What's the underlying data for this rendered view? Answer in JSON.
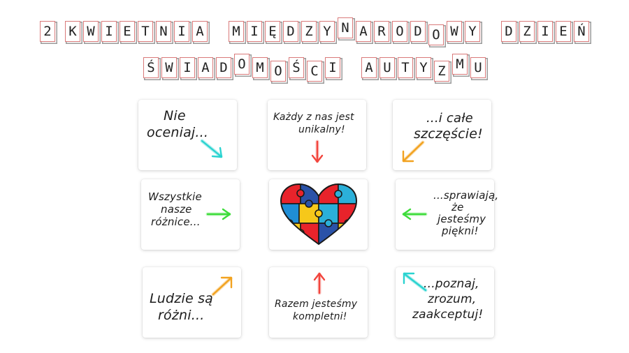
{
  "title": {
    "line1": [
      "2",
      " ",
      "K",
      "W",
      "I",
      "E",
      "T",
      "N",
      "I",
      "A",
      " ",
      "M",
      "I",
      "Ę",
      "D",
      "Z",
      "Y",
      "N",
      "A",
      "R",
      "O",
      "D",
      "O",
      "W",
      "Y",
      " ",
      "D",
      "Z",
      "I",
      "E",
      "Ń"
    ],
    "line2": [
      "Ś",
      "W",
      "I",
      "A",
      "D",
      "O",
      "M",
      "O",
      "Ś",
      "C",
      "I",
      " ",
      "A",
      "U",
      "T",
      "Y",
      "Z",
      "M",
      "U"
    ]
  },
  "cards": {
    "c1": {
      "line1": "Nie",
      "line2": "oceniaj..."
    },
    "c2": {
      "line1": "Każdy z nas jest",
      "line2": "unikalny!"
    },
    "c3": {
      "line1": "...i całe",
      "line2": "szczęście!"
    },
    "c4": {
      "line1": "Wszystkie",
      "line2": "nasze",
      "line3": "różnice..."
    },
    "c6": {
      "line1": "...sprawiają,",
      "line2": "że",
      "line3": "jesteśmy",
      "line4": "piękni!"
    },
    "c7": {
      "line1": "Ludzie są",
      "line2": "różni..."
    },
    "c8": {
      "line1": "Razem jesteśmy",
      "line2": "kompletni!"
    },
    "c9": {
      "line1": "...poznaj,",
      "line2": "zrozum,",
      "line3": "zaakceptuj!"
    }
  },
  "arrows": {
    "c1": {
      "color": "#2ad3d0",
      "icon": "arrow-down-right-icon"
    },
    "c2": {
      "color": "#f2453d",
      "icon": "arrow-down-icon"
    },
    "c3": {
      "color": "#f2a21f",
      "icon": "arrow-down-left-icon"
    },
    "c4": {
      "color": "#3ddc3a",
      "icon": "arrow-right-icon"
    },
    "c6": {
      "color": "#3ddc3a",
      "icon": "arrow-left-icon"
    },
    "c7": {
      "color": "#f2a21f",
      "icon": "arrow-up-right-icon"
    },
    "c8": {
      "color": "#f2453d",
      "icon": "arrow-up-icon"
    },
    "c9": {
      "color": "#2ad3d0",
      "icon": "arrow-up-left-icon"
    }
  },
  "heart_colors": [
    "#e8232b",
    "#f6c81a",
    "#1f8ed6",
    "#2a52a8",
    "#2bb0d9"
  ]
}
